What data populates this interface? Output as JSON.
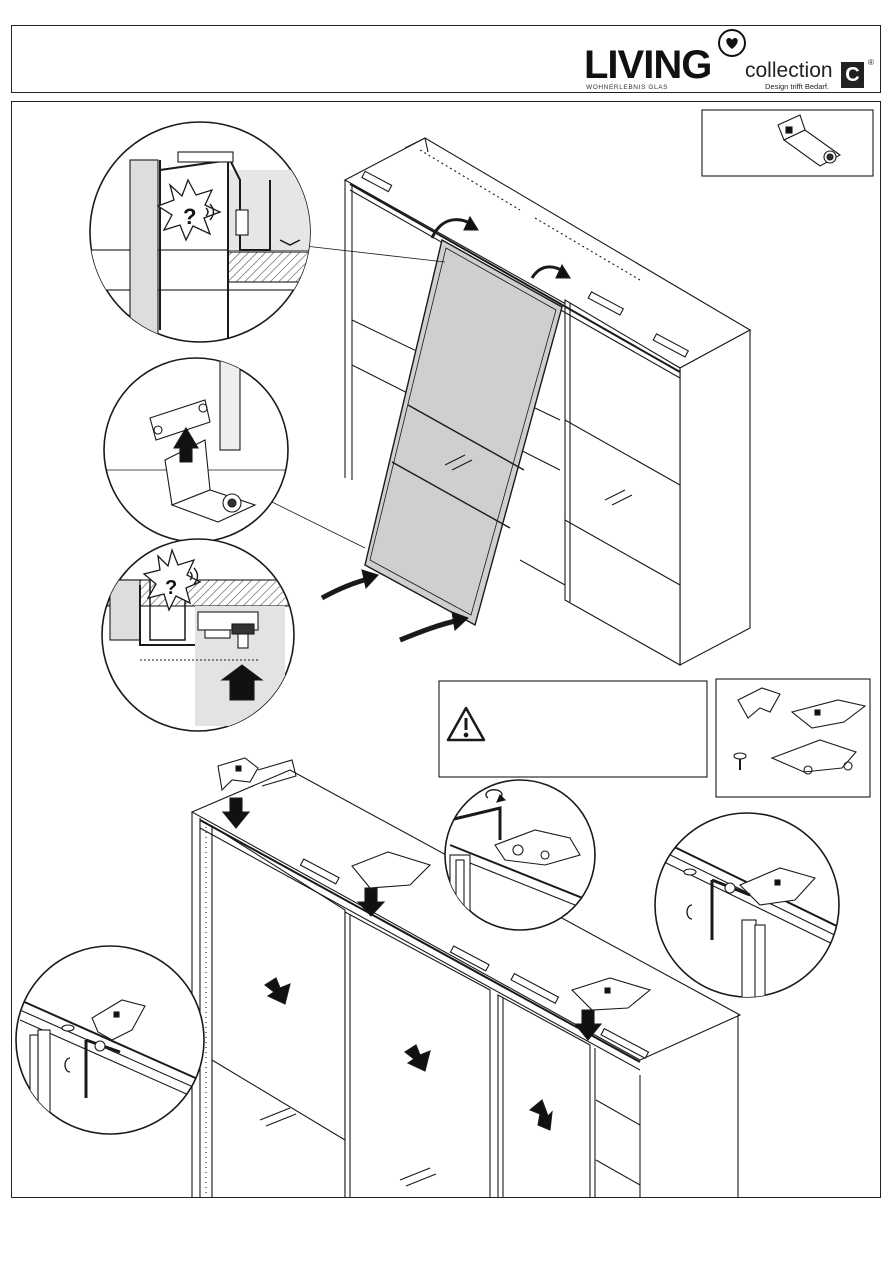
{
  "brand": {
    "name": "LIVING",
    "subline": "WOHNERLEBNIS GLAS",
    "collection": "collection",
    "collection_mark": "C",
    "registered": "®",
    "tagline": "Design trifft Bedarf."
  },
  "callouts": {
    "rotation_arrow_symbol": "↺",
    "question_mark": "?"
  },
  "colors": {
    "line": "#1a1a1a",
    "glass": "#cfcfcf",
    "hatch": "#555555",
    "panel": "#ffffff"
  }
}
